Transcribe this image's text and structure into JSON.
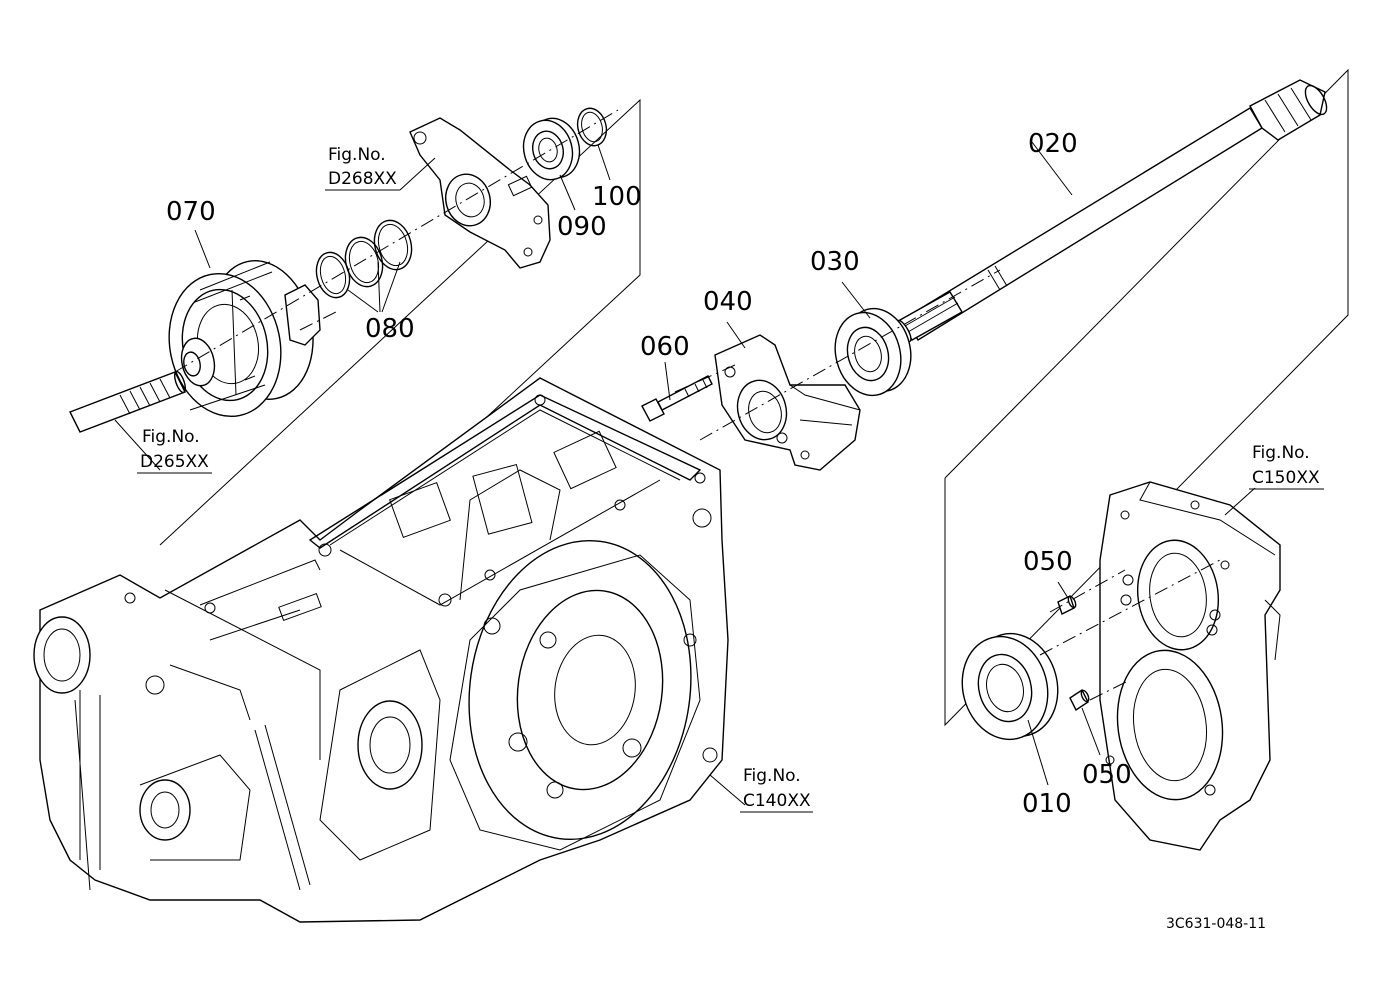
{
  "parts": {
    "p010": "010",
    "p020": "020",
    "p030": "030",
    "p040": "040",
    "p050a": "050",
    "p050b": "050",
    "p060": "060",
    "p070": "070",
    "p080": "080",
    "p090": "090",
    "p100": "100"
  },
  "figure_refs": {
    "d268": {
      "title": "Fig.No.",
      "code": "D268XX"
    },
    "d265": {
      "title": "Fig.No.",
      "code": "D265XX"
    },
    "c140": {
      "title": "Fig.No.",
      "code": "C140XX"
    },
    "c150": {
      "title": "Fig.No.",
      "code": "C150XX"
    }
  },
  "drawing_code": "3C631-048-11"
}
